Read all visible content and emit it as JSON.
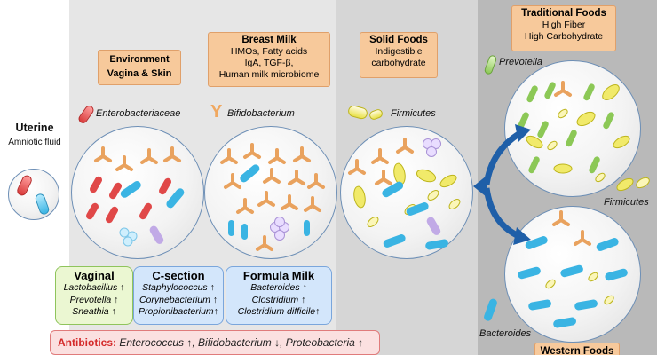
{
  "stages": {
    "uterine": {
      "title": "Uterine",
      "subtitle": "Amniotic fluid"
    },
    "environment": {
      "line1": "Environment",
      "line2": "Vagina & Skin",
      "organism": "Enterobacteriaceae"
    },
    "breast_milk": {
      "title": "Breast Milk",
      "lines": [
        "HMOs, Fatty acids",
        "IgA, TGF-β,",
        "Human milk microbiome"
      ],
      "organism": "Bifidobacterium"
    },
    "solid_foods": {
      "title": "Solid Foods",
      "lines": [
        "Indigestible",
        "carbohydrate"
      ],
      "organism": "Firmicutes"
    },
    "traditional_foods": {
      "title": "Traditional Foods",
      "lines": [
        "High Fiber",
        "High Carbohydrate"
      ],
      "organism": "Prevotella",
      "organism2": "Firmicutes"
    },
    "western_foods": {
      "title": "Western Foods",
      "organism": "Bacteroides"
    }
  },
  "delivery": {
    "vaginal": {
      "title": "Vaginal",
      "items": [
        "Lactobacillus ↑",
        "Prevotella ↑",
        "Sneathia ↑"
      ]
    },
    "csection": {
      "title": "C-section",
      "items": [
        "Staphylococcus ↑",
        "Corynebacterium ↑",
        "Propionibacterium↑"
      ]
    },
    "formula": {
      "title": "Formula Milk",
      "items": [
        "Bacteroides ↑",
        "Clostridium ↑",
        "Clostridium difficile↑"
      ]
    }
  },
  "antibiotics": {
    "label": "Antibiotics:",
    "text": "Enterococcus ↑, Bifidobacterium ↓, Proteobacteria ↑"
  },
  "colors": {
    "panel_light": "#e6e6e6",
    "panel_mid": "#d4d4d4",
    "panel_dark": "#b9b9b9",
    "orange_box": "#f7c99b",
    "red": "#e04848",
    "blue_bacteria": "#3ab4e3",
    "yellow": "#e9e24a",
    "green": "#8cc856",
    "bifido": "#f0a860",
    "arrow": "#1f5fa8"
  }
}
